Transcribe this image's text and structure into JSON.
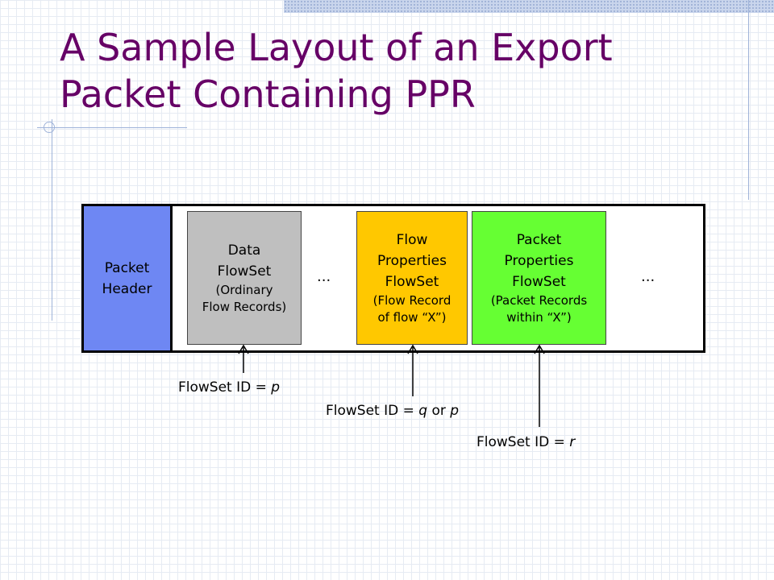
{
  "title": {
    "line1": "A Sample Layout of an Export",
    "line2": "Packet Containing PPR"
  },
  "packet_header": {
    "line1": "Packet",
    "line2": "Header"
  },
  "data_flowset": {
    "line1": "Data",
    "line2": "FlowSet",
    "line3": "(Ordinary",
    "line4": "Flow Records)"
  },
  "ellipsis": "...",
  "flow_properties_flowset": {
    "line1": "Flow",
    "line2": "Properties",
    "line3": "FlowSet",
    "line4": "(Flow Record",
    "line5": "of flow “X”)"
  },
  "packet_properties_flowset": {
    "line1": "Packet",
    "line2": "Properties",
    "line3": "FlowSet",
    "line4": "(Packet Records",
    "line5": "within “X”)"
  },
  "labels": {
    "id_p": {
      "prefix": "FlowSet ID = ",
      "var": "p"
    },
    "id_qp": {
      "prefix": "FlowSet ID = ",
      "var1": "q",
      "mid": " or ",
      "var2": "p"
    },
    "id_r": {
      "prefix": "FlowSet ID = ",
      "var": "r"
    }
  },
  "colors": {
    "title": "#660066",
    "packet_header": "#6e87f3",
    "data_flowset": "#bfbfbf",
    "flow_properties_flowset": "#ffc800",
    "packet_properties_flowset": "#66ff33"
  }
}
